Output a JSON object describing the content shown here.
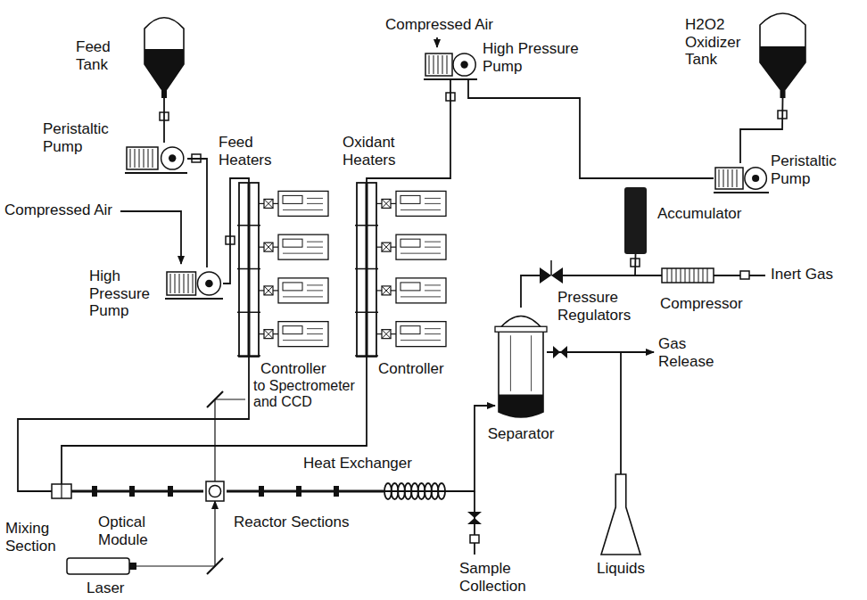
{
  "diagram": {
    "nodes": [
      {
        "text": [
          "Feed Tank"
        ]
      },
      {
        "text": [
          "Peristaltic Pump"
        ]
      },
      {
        "text": [
          "High Pressure Pump"
        ]
      },
      {
        "text": [
          "Feed Heaters"
        ]
      },
      {
        "text": [
          "Oxidant Heaters"
        ]
      },
      {
        "text": [
          "High Pressure Pump"
        ]
      },
      {
        "text": [
          "H2O2 Oxidizer Tank"
        ]
      },
      {
        "text": [
          "Peristaltic Pump"
        ]
      },
      {
        "text": [
          "Accumulator"
        ]
      },
      {
        "text": [
          "Compressor"
        ]
      },
      {
        "text": [
          "Pressure Regulators"
        ]
      },
      {
        "text": [
          "Separator"
        ]
      },
      {
        "text": [
          "Liquids"
        ]
      },
      {
        "text": [
          "Heat Exchanger"
        ]
      },
      {
        "text": [
          "Mixing Section"
        ]
      },
      {
        "text": [
          "Optical Module"
        ]
      },
      {
        "text": [
          "Laser"
        ]
      }
    ],
    "edges": [
      {
        "from": 0,
        "to": 1,
        "arrow": "none"
      },
      {
        "from": 1,
        "to": 2,
        "arrow": "none"
      },
      {
        "from": 2,
        "to": 3,
        "arrow": "none"
      },
      {
        "from": 6,
        "to": 7,
        "arrow": "none"
      },
      {
        "from": 7,
        "to": 5,
        "arrow": "none"
      },
      {
        "from": 5,
        "to": 4,
        "arrow": "none"
      },
      {
        "from": 3,
        "to": 14,
        "arrow": "none"
      },
      {
        "from": 4,
        "to": 14,
        "arrow": "none"
      },
      {
        "from": 14,
        "to": 15,
        "arrow": "none"
      },
      {
        "from": 15,
        "to": 13,
        "arrow": "none"
      },
      {
        "from": 13,
        "to": 11,
        "arrow": "to"
      },
      {
        "from": 9,
        "to": 10,
        "arrow": "none"
      },
      {
        "from": 8,
        "to": 10,
        "arrow": "none"
      },
      {
        "from": 10,
        "to": 11,
        "arrow": "none"
      },
      {
        "from": 11,
        "to": 12,
        "arrow": "none"
      },
      {
        "from": 16,
        "to": 15,
        "arrow": "to"
      }
    ],
    "labels": [
      "Compressed Air",
      "Compressed Air",
      "Controller",
      "Controller",
      "to Spectrometer and CCD",
      "Reactor Sections",
      "Gas Release",
      "Inert Gas",
      "Sample Collection"
    ]
  }
}
